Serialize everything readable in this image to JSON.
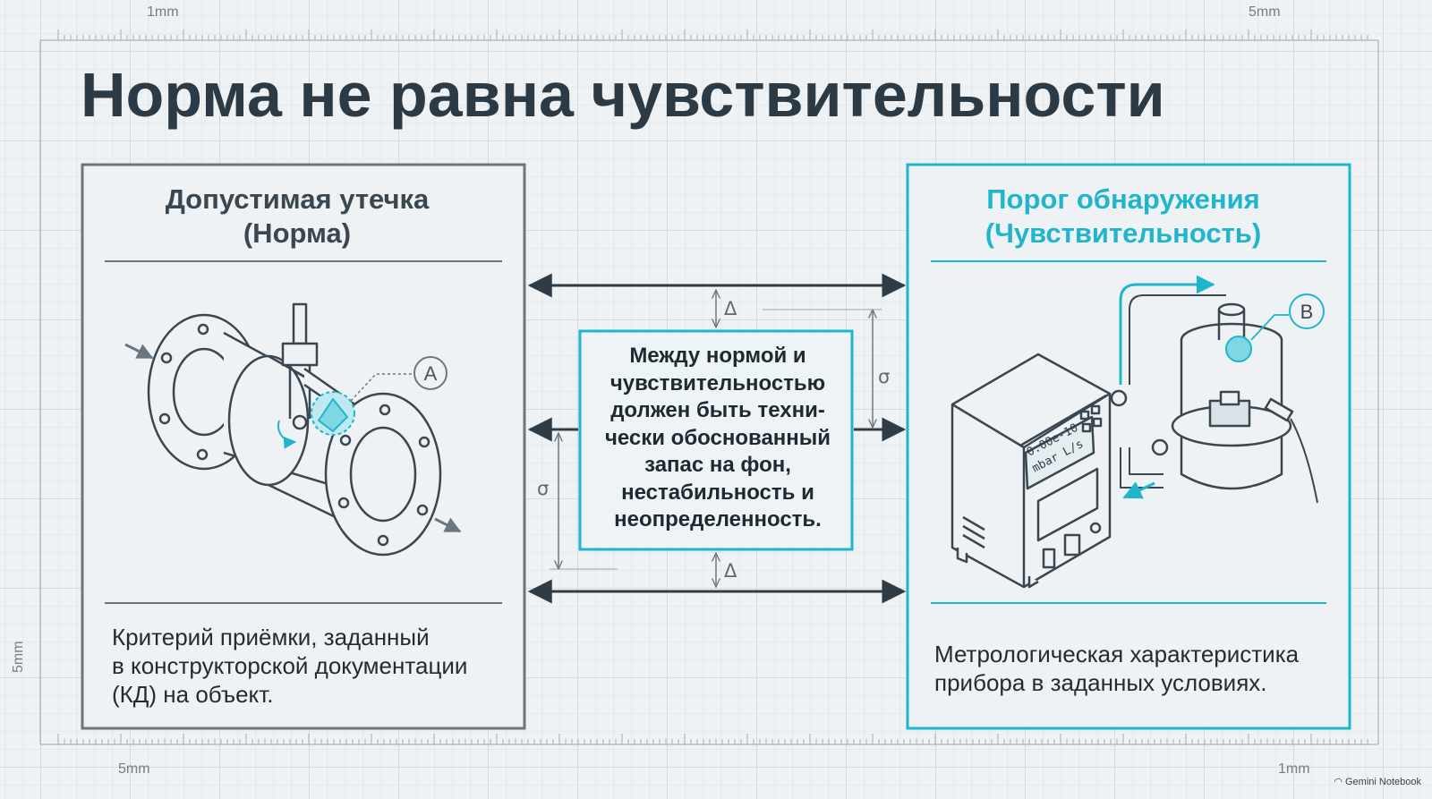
{
  "title": "Норма не равна чувствительности",
  "ruler": {
    "top_left": "1mm",
    "top_right": "5mm",
    "bottom_left": "5mm",
    "bottom_right": "1mm",
    "left_side": "5mm"
  },
  "left_panel": {
    "heading_lines": [
      "Допустимая утечка",
      "(Норма)"
    ],
    "description_lines": [
      "Критерий приёмки, заданный",
      "в конструкторской документации",
      "(КД) на объект."
    ],
    "callout": "A"
  },
  "right_panel": {
    "heading_lines": [
      "Порог обнаружения",
      "(Чувствительность)"
    ],
    "description_lines": [
      "Метрологическая характеристика",
      "прибора в заданных условиях."
    ],
    "callout": "B",
    "display_lines": [
      "0.00e-10",
      "mbar L/s"
    ]
  },
  "center_box": {
    "lines": [
      "Между нормой и",
      "чувствительностью",
      "должен быть техни-",
      "чески обоснованный",
      "запас на фон,",
      "нестабильность и",
      "неопределенность."
    ]
  },
  "symbols": {
    "delta": "Δ",
    "sigma": "σ"
  },
  "brand": "Gemini Notebook",
  "colors": {
    "accent": "#1fb5cc",
    "dark": "#2b3a45",
    "panel_border": "#6b7780"
  }
}
